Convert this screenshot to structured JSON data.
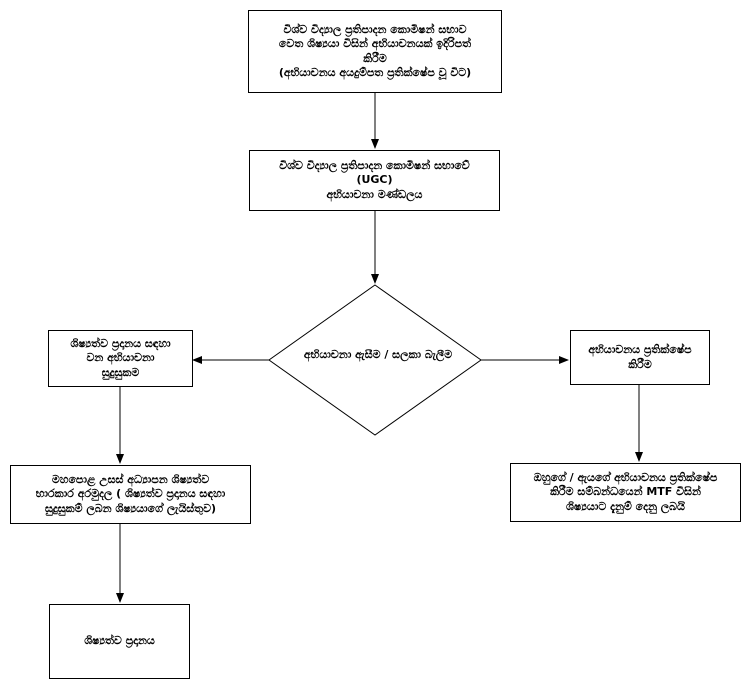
{
  "nodes": {
    "submit": {
      "lines": [
        "විශ්ව විද්‍යාල ප්‍රතිපාදන කොමිෂන් සභාව",
        "වෙත ශිෂ්‍යයා විසින් අභියාචනයක් ඉදිරිපත්",
        "කිරීම",
        "(අභියාචනය අයදුම්පත ප්‍රතික්ෂේප වූ විට)"
      ]
    },
    "board": {
      "lines": [
        "විශ්ව විද්‍යාල ප්‍රතිපාදන කොමිෂන් සභාවේ",
        "(UGC)",
        "අභියාචනා මණ්ඩලය"
      ]
    },
    "decision": {
      "lines": [
        "අභියාචනා ඇසීම / සලකා බැලීම"
      ]
    },
    "eligible": {
      "lines": [
        "ශිෂ්‍යත්ව ප්‍රදානය සඳහා",
        "වන අභියාචනා",
        "සුදුසුකම"
      ]
    },
    "rejected": {
      "lines": [
        "අභියාචනය ප්‍රතික්ෂේප",
        "කිරීම"
      ]
    },
    "mahapola": {
      "lines": [
        "මහපොළ උසස් අධ්‍යාපන ශිෂ්‍යත්ව",
        "භාරකාර අරමුදල ( ශිෂ්‍යත්ව ප්‍රදානය සඳහා",
        "සුදුසුකම් ලබන ශිෂ්‍යයාගේ ලැයිස්තුව)"
      ]
    },
    "notify": {
      "lines": [
        "ඔහුගේ / ඇයගේ අභියාචනය ප්‍රතික්ෂේප",
        "කිරීම සම්බන්ධයෙන් MTF විසින්",
        "ශිෂ්‍යයාට දැනුම් දෙනු ලබයි"
      ]
    },
    "award": {
      "lines": [
        "ශිෂ්‍යත්ව ප්‍රදානය"
      ]
    }
  }
}
